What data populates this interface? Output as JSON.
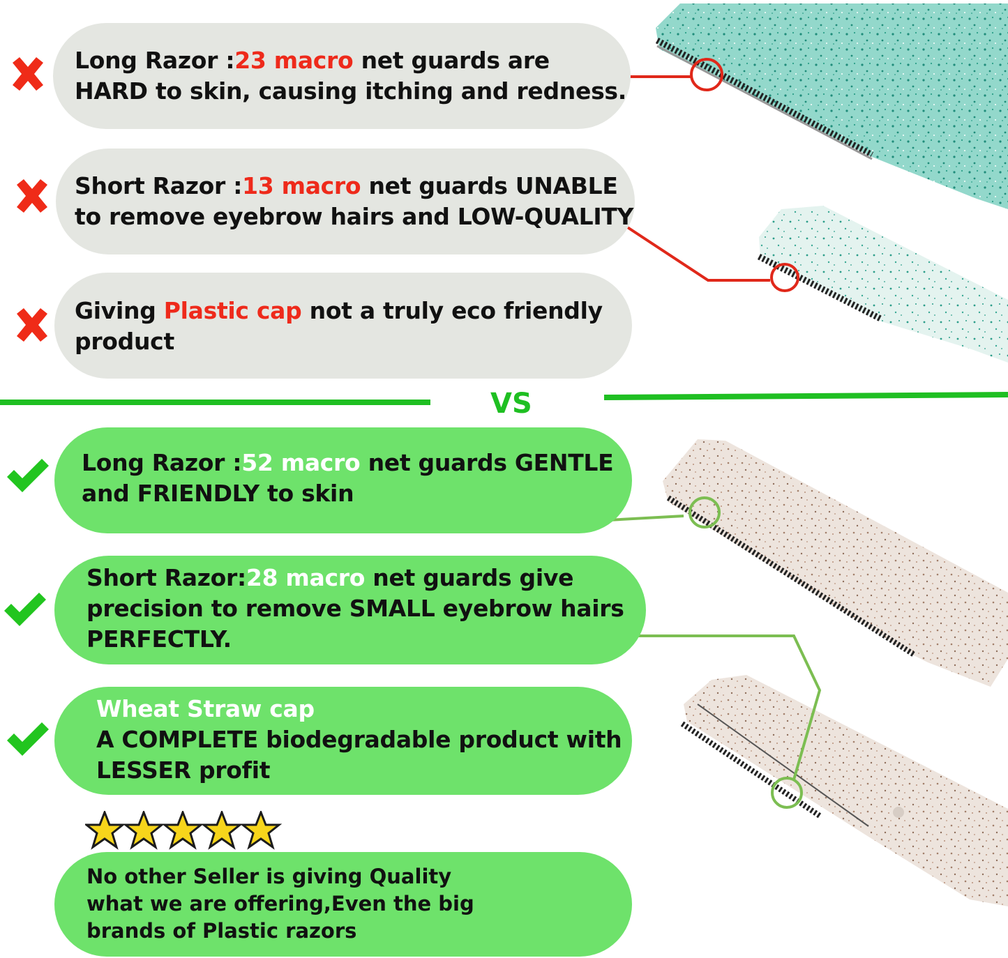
{
  "top_section": {
    "items": [
      {
        "label_prefix": "Long Razor :",
        "highlight": "23 macro",
        "label_suffix": " net guards are",
        "line2": "HARD to skin, causing itching and redness.",
        "status_icon": "cross-icon"
      },
      {
        "label_prefix": "Short Razor :",
        "highlight": "13 macro",
        "label_suffix": "  net guards UNABLE",
        "line2": "to remove eyebrow hairs and LOW-QUALITY",
        "status_icon": "cross-icon"
      },
      {
        "label_prefix": "Giving  ",
        "highlight": "Plastic cap",
        "label_suffix": " not a truly eco friendly",
        "line2": " product",
        "status_icon": "cross-icon"
      }
    ]
  },
  "divider": {
    "label": "VS"
  },
  "bottom_section": {
    "items": [
      {
        "label_prefix": "Long Razor :",
        "highlight": "52 macro",
        "label_suffix": " net guards GENTLE",
        "line2": "and FRIENDLY to skin",
        "status_icon": "check-icon"
      },
      {
        "label_prefix": "Short Razor:",
        "highlight": "28 macro",
        "label_suffix": " net guards  give",
        "line2": "precision to remove SMALL eyebrow hairs",
        "line3": "PERFECTLY.",
        "status_icon": "check-icon"
      },
      {
        "highlight": "Wheat Straw cap",
        "line2": "A COMPLETE biodegradable product with",
        "line3": "LESSER profit",
        "status_icon": "check-icon"
      }
    ]
  },
  "rating": {
    "stars": 5,
    "max": 5
  },
  "final_note": {
    "line1": "No other Seller is giving Quality",
    "line2": "what we are offering,Even the big",
    "line3": "brands of Plastic razors"
  },
  "colors": {
    "cross": "#ef2b18",
    "check": "#22c51f",
    "highlight_red": "#ee2a1b",
    "pill_grey": "#e4e6e1",
    "pill_green": "#6ee26b",
    "divider_green": "#1fbf22",
    "callout_red": "#e0281a",
    "callout_green": "#7cbe52",
    "razor_teal": "#8fd6c8",
    "razor_mint": "#e3f2ee",
    "razor_wheat": "#ece3dd",
    "star": "#f7d51b"
  }
}
